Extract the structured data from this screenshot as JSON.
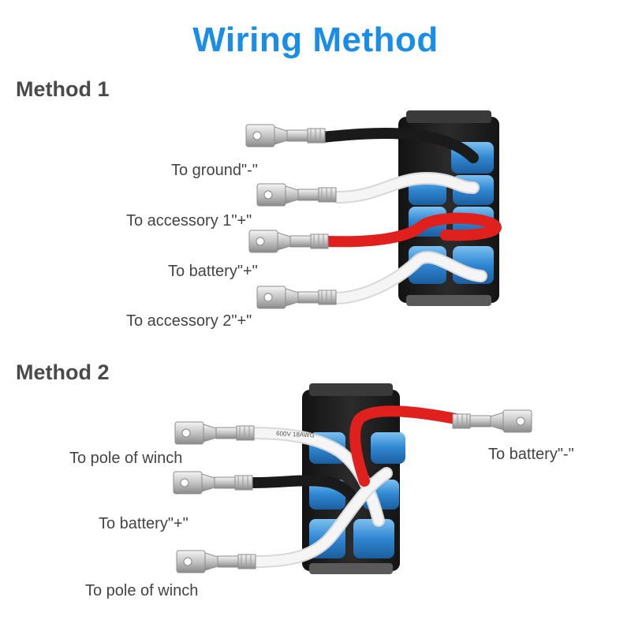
{
  "title": "Wiring Method",
  "methods": [
    {
      "heading": "Method 1",
      "labels": [
        "To ground\"-\"",
        "To accessory 1\"+\"",
        "To battery\"+\"",
        "To accessory 2\"+\""
      ]
    },
    {
      "heading": "Method 2",
      "labels": [
        "To pole of winch",
        "To battery\"+\"",
        "To pole of winch",
        "To battery\"-\""
      ]
    }
  ],
  "wire_print": "600V 18AWG",
  "colors": {
    "title": "#1a8ee6",
    "heading": "#4a4a4a",
    "label": "#444444",
    "wire_black": "#1a1a1a",
    "wire_white": "#f2f2f2",
    "wire_red": "#e0201c",
    "connector_blue": "#3a8fd8",
    "switch_body": "#1e1e1e",
    "terminal": "#c9c9c9"
  },
  "icons": [
    "spade-terminal-icon",
    "rocker-switch-icon"
  ]
}
